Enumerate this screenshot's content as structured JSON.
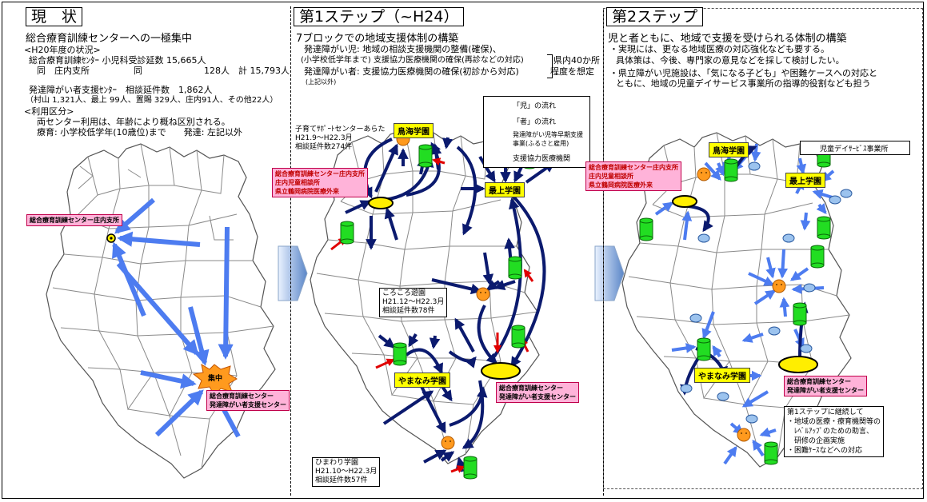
{
  "panel1": {
    "title": "現　状",
    "heading": "総合療育訓練センターへの一極集中",
    "lines": [
      "<H20年度の状況>",
      "総合療育訓練ｾﾝﾀｰ 小児科受診延数 15,665人",
      "同　庄内支所　　　　　同　　　　　　　128人　計 15,793人",
      "発達障がい者支援ｾﾝﾀｰ　相談延件数　1,862人",
      "（村山 1,321人、最上 99人、置賜 329人、庄内91人、その他22人）",
      "<利用区分>",
      "両センター利用は、年齢により概ね区別される。",
      "療育: 小学校低学年(10歳位)まで　　発達: 左記以外"
    ],
    "pink_branch": "総合療育訓練センター庄内支所",
    "burst": "集中",
    "pink_center": [
      "総合療育訓練センター",
      "発達障がい者支援センター"
    ]
  },
  "panel2": {
    "title": "第1ステップ（~H24）",
    "heading": "7ブロックでの地域支援体制の構築",
    "lines": [
      "発達障がい児: 地域の相談支援機関の整備(確保)、",
      "(小学校低学年まで) 支援協力医療機関の確保(再診などの対応)",
      "発達障がい者: 支援協力医療機関の確保(初診から対応)",
      "(上記以外)"
    ],
    "note_right1": "県内40か所",
    "note_right2": "程度を想定",
    "legend": {
      "child_flow": "「児」の流れ",
      "person_flow": "「者」の流れ",
      "early_support": "発達障がい児等早期支援事業(ふるさと雇用)",
      "medical": "支援協力医療機関"
    },
    "kosodate_box": [
      "子育てｻﾎﾟｰﾄセンターあらた",
      "H21.9～H22.3月",
      "相談延件数274件"
    ],
    "korokoro_box": [
      "ころころ遊園",
      "H21.12～H22.3月",
      "相談延件数78件"
    ],
    "himawari_box": [
      "ひまわり学園",
      "H21.10～H22.3月",
      "相談延件数57件"
    ],
    "label_chokai": "鳥海学園",
    "label_mogami": "最上学園",
    "label_yamanami": "やまなみ学園",
    "pink_shonai": [
      "総合療育訓練センター庄内支所",
      "庄内児童相談所",
      "県立鶴岡病院医療外来"
    ],
    "pink_center": [
      "総合療育訓練センター",
      "発達障がい者支援センター"
    ]
  },
  "panel3": {
    "title": "第2ステップ",
    "heading": "児と者ともに、地域で支援を受けられる体制の構築",
    "lines": [
      "・実現には、更なる地域医療の対応強化なども要する。",
      "具体策は、今後、専門家の意見などを採して検討したい。",
      "・県立障がい児施設は、「気になる子ども」や困難ケースへの対応と",
      "ともに、地域の児童デイサービス事業所の指導的役割なども担う"
    ],
    "legend_day": "児童デイｻｰﾋﾞｽ事業所",
    "label_chokai": "鳥海学園",
    "label_mogami": "最上学園",
    "label_yamanami": "やまなみ学園",
    "pink_shonai": [
      "総合療育訓練センター庄内支所",
      "庄内児童相談所",
      "県立鶴岡病院医療外来"
    ],
    "pink_center": [
      "総合療育訓練センター",
      "発達障がい者支援センター"
    ],
    "continue_box": [
      "第1ステップに継続して",
      "・地域の医療・療育機関等の",
      "　ﾚﾍﾞﾙｱｯﾌﾟのための助言、",
      "　研修の企画実施",
      "・困難ｹｰｽなどへの対応"
    ]
  },
  "colors": {
    "light_arrow": "#4d7cf0",
    "dark_arrow": "#0b1a6e",
    "red_arrow": "#e00000",
    "cylinder": "#22dd22",
    "ellipse": "#ffee00",
    "pink": "#ffb3d9",
    "label": "#ffff00",
    "daycare": "#9cc3ee"
  }
}
